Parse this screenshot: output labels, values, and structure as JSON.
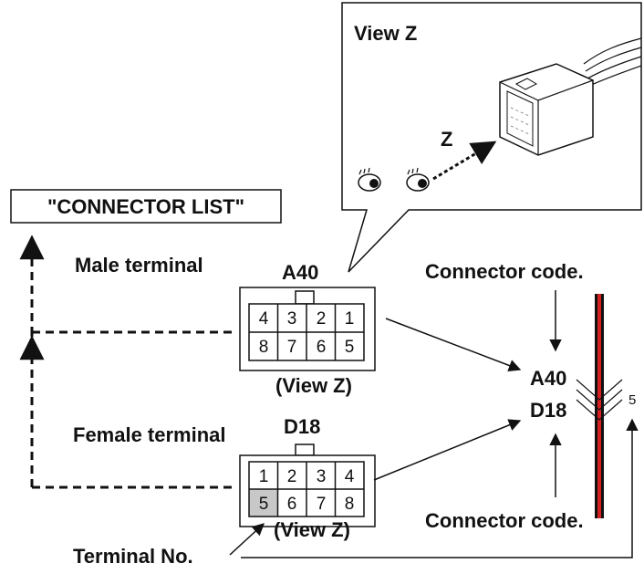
{
  "view_box": {
    "title": "View Z",
    "arrow_label": "Z"
  },
  "connector_list": "\"CONNECTOR LIST\"",
  "male": {
    "heading": "Male terminal",
    "code": "A40",
    "pins_top": [
      "4",
      "3",
      "2",
      "1"
    ],
    "pins_bottom": [
      "8",
      "7",
      "6",
      "5"
    ],
    "view_label": "(View Z)"
  },
  "female": {
    "heading": "Female terminal",
    "code": "D18",
    "pins_top": [
      "1",
      "2",
      "3",
      "4"
    ],
    "pins_bottom": [
      "5",
      "6",
      "7",
      "8"
    ],
    "view_label": "(View Z)",
    "highlighted_pin": "5"
  },
  "right": {
    "connector_code_top": "Connector code.",
    "connector_code_bottom": "Connector code.",
    "code_a": "A40",
    "code_b": "D18",
    "terminal_number": "5"
  },
  "terminal_no_label": "Terminal No.",
  "colors": {
    "wire_red": "#d42020",
    "wire_black": "#111111",
    "highlight_cell": "#c8c8c8"
  }
}
